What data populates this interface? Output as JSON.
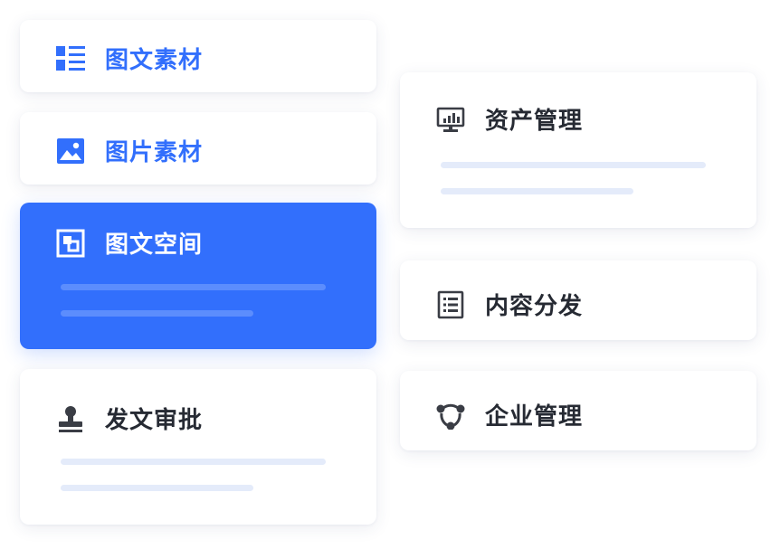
{
  "left_menu": [
    {
      "label": "图文素材",
      "icon": "list-icon",
      "state": "link"
    },
    {
      "label": "图片素材",
      "icon": "image-icon",
      "state": "link"
    },
    {
      "label": "图文空间",
      "icon": "layout-icon",
      "state": "active"
    },
    {
      "label": "发文审批",
      "icon": "stamp-icon",
      "state": "default"
    }
  ],
  "right_menu": [
    {
      "label": "资产管理",
      "icon": "monitor-chart-icon"
    },
    {
      "label": "内容分发",
      "icon": "document-list-icon"
    },
    {
      "label": "企业管理",
      "icon": "network-icon"
    }
  ],
  "colors": {
    "accent": "#326ffc",
    "text": "#262a33",
    "placeholder_bar": "#e4ebfa",
    "placeholder_bar_active": "#5c8dfd",
    "icon_dark": "#3a3d45"
  }
}
